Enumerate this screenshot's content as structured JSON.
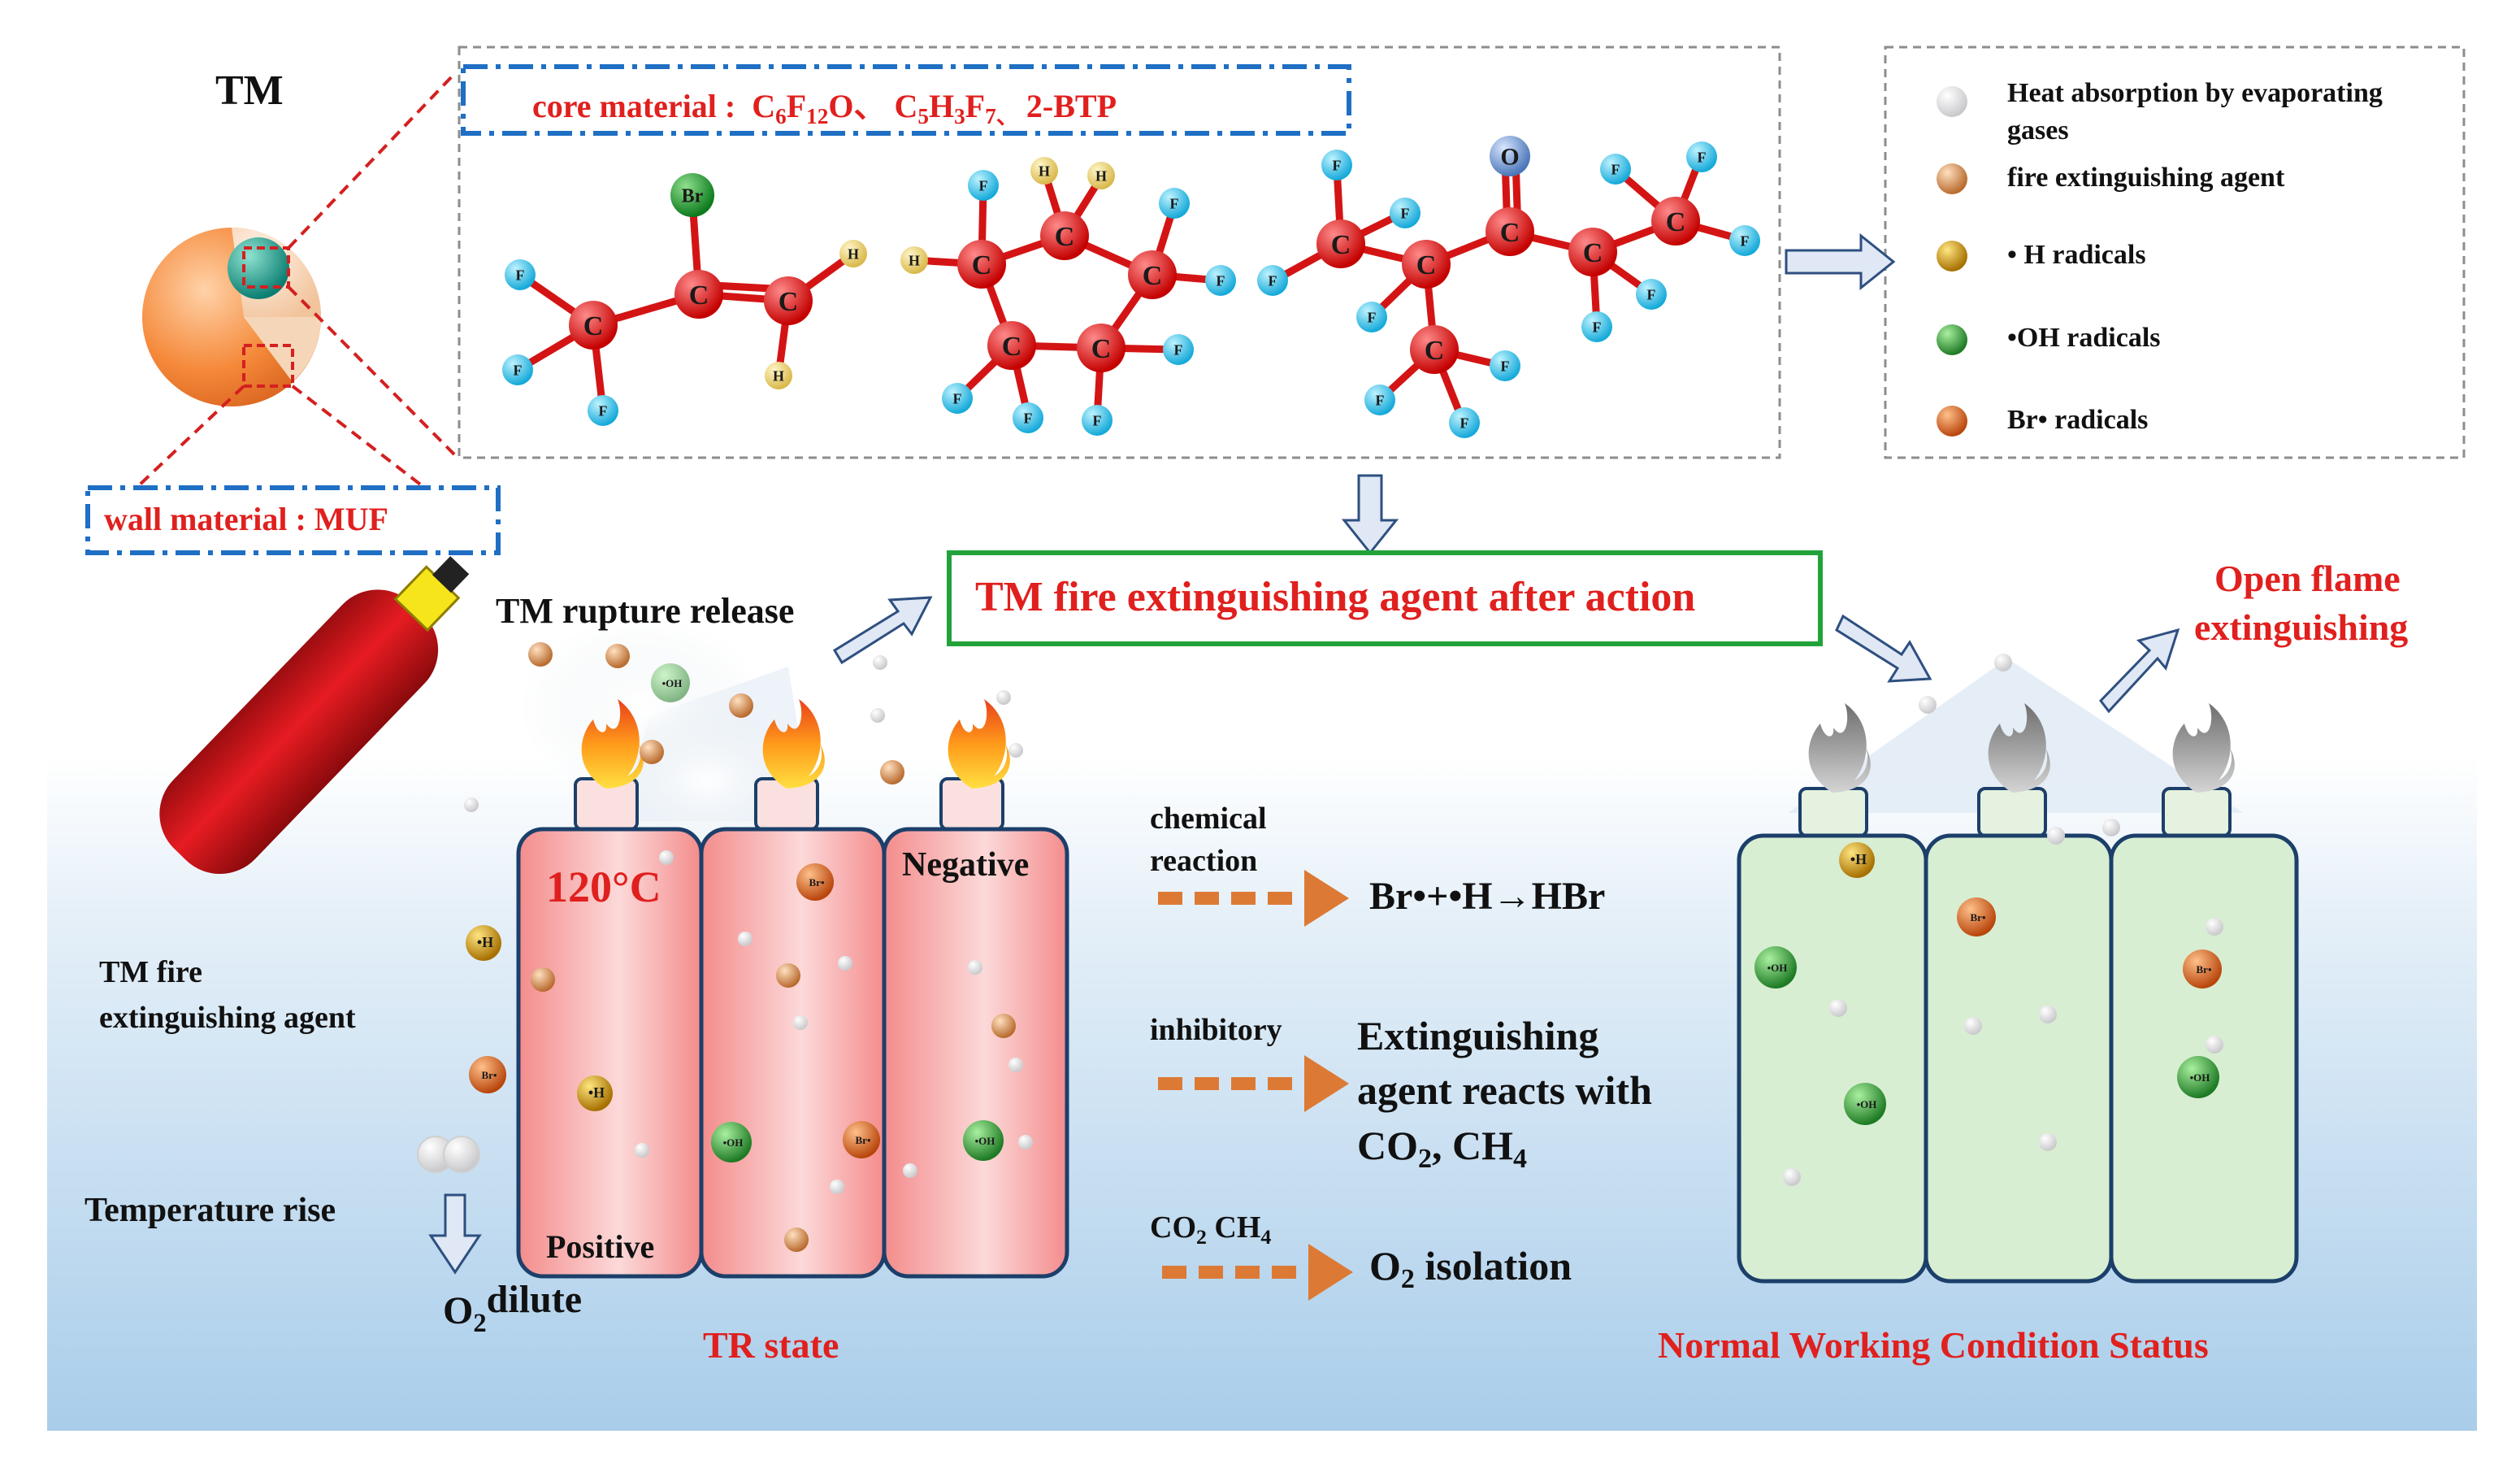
{
  "capsule": {
    "title": "TM",
    "wall_label": "wall material : MUF"
  },
  "core": {
    "label_prefix": "core material :",
    "c6_C": "C",
    "c6_6": "6",
    "c6_F": "F",
    "c6_12": "12",
    "c6_O": "O、",
    "c5_C": "C",
    "c5_5": "5",
    "c5_H": "H",
    "c5_3": "3",
    "c5_F": "F",
    "c5_7": "7、",
    "btp": "2-BTP",
    "atom_labels": {
      "C": "C",
      "F": "F",
      "H": "H",
      "O": "O",
      "Br": "Br"
    }
  },
  "legend": {
    "items": [
      {
        "label": "Heat absorption by evaporating gases",
        "color": "#d9d9dc"
      },
      {
        "label": "fire extinguishing agent",
        "color": "#c98a55"
      },
      {
        "label": "• H radicals",
        "color": "#c99a12"
      },
      {
        "label": "•OH radicals",
        "color": "#3a9c3a"
      },
      {
        "label": "Br• radicals",
        "color": "#d8641e"
      }
    ]
  },
  "center": {
    "action_label": "TM fire extinguishing agent after action"
  },
  "left": {
    "rupture": "TM rupture release",
    "agent_line1": "TM fire",
    "agent_line2": "extinguishing agent",
    "temp_rise": "Temperature rise",
    "o2": "O",
    "o2_sub": "2",
    "dilute": "dilute"
  },
  "battery_tr": {
    "temp": "120°C",
    "positive": "Positive",
    "negative": "Negative",
    "state": "TR state"
  },
  "reactions": {
    "chem_line1": "chemical",
    "chem_line2": "reaction",
    "chem_eq": "Br•+•H→HBr",
    "inhib_label": "inhibitory",
    "inhib_line1": "Extinguishing",
    "inhib_line2": "agent reacts with",
    "inhib_co": "CO",
    "inhib_2": "2",
    "inhib_ch4": ", CH",
    "inhib_4": "4",
    "iso_co": "CO",
    "iso_2": "2",
    "iso_ch4": "CH",
    "iso_4": "4",
    "iso_o": "O",
    "iso_o2": "2",
    "iso_text": " isolation"
  },
  "right": {
    "open_line1": "Open flame",
    "open_line2": "extinguishing",
    "state": "Normal Working Condition Status"
  },
  "radical_labels": {
    "H": "•H",
    "OH": "•OH",
    "Br": "Br•"
  },
  "colors": {
    "red_text": "#e0201e",
    "blue_dash": "#1f6fc4",
    "green_box": "#22a33a",
    "tr_cell": "#f59a9a",
    "normal_cell": "#d6ecd0",
    "arrow_orange": "#dc7a35",
    "bg_blue": "#b9d7ee"
  }
}
